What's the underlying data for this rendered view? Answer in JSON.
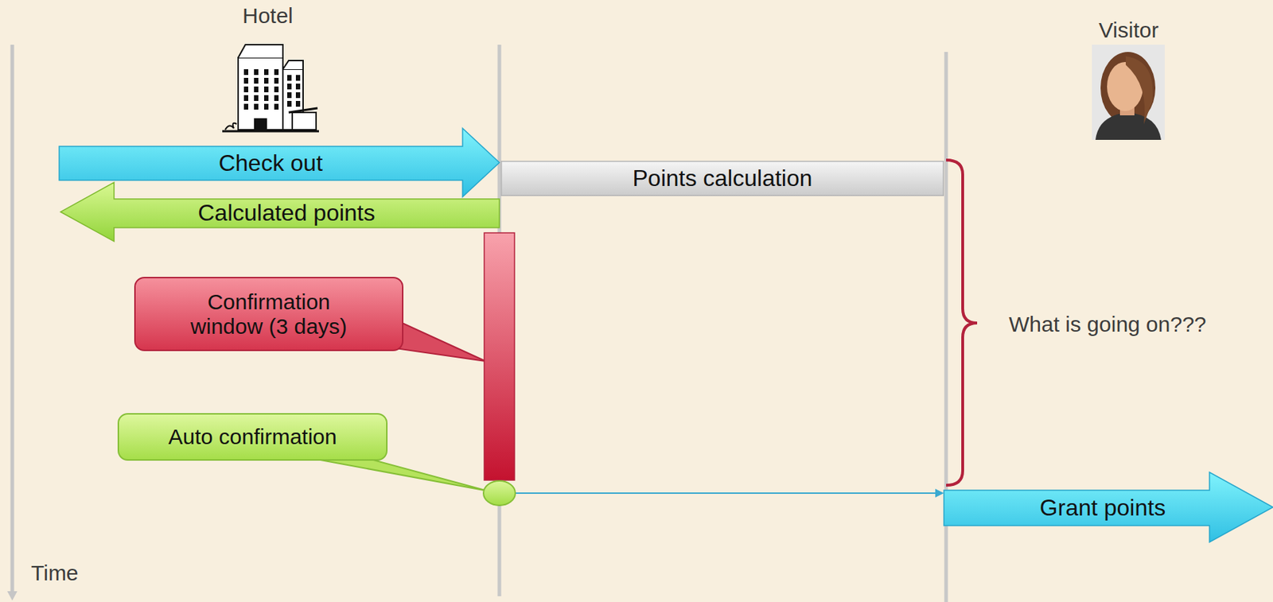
{
  "diagram": {
    "nodes": [
      {
        "text": [
          "Check out"
        ]
      },
      {
        "text": [
          "Points calculation"
        ]
      },
      {
        "text": [
          "Calculated points"
        ]
      },
      {
        "text": [
          "Confirmation window (3 days)"
        ]
      },
      {
        "text": [
          "Auto confirmation"
        ]
      },
      {
        "text": [
          "Grant points"
        ]
      }
    ],
    "labels": [
      "Hotel",
      "Visitor",
      "What is going on???",
      "Time"
    ]
  }
}
